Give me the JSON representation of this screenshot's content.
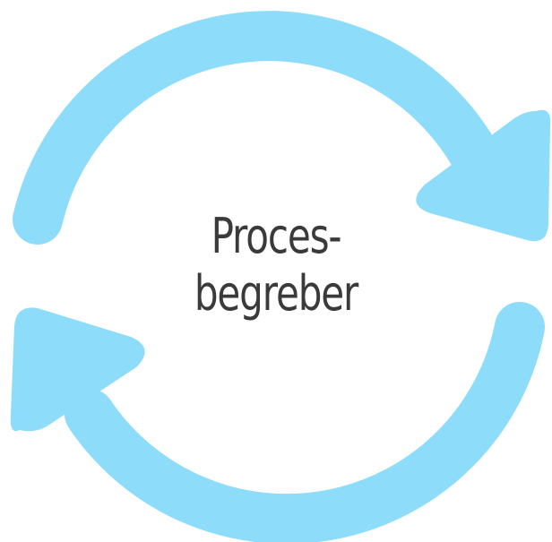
{
  "diagram": {
    "label_lines": [
      "Proces-",
      "begreber"
    ],
    "colors": {
      "arrow": "#8ddcfa",
      "text": "#3a3a3a",
      "background": "#ffffff"
    },
    "icons": {
      "top_arrow": "cycle-arrow-clockwise-top",
      "bottom_arrow": "cycle-arrow-clockwise-bottom"
    }
  }
}
